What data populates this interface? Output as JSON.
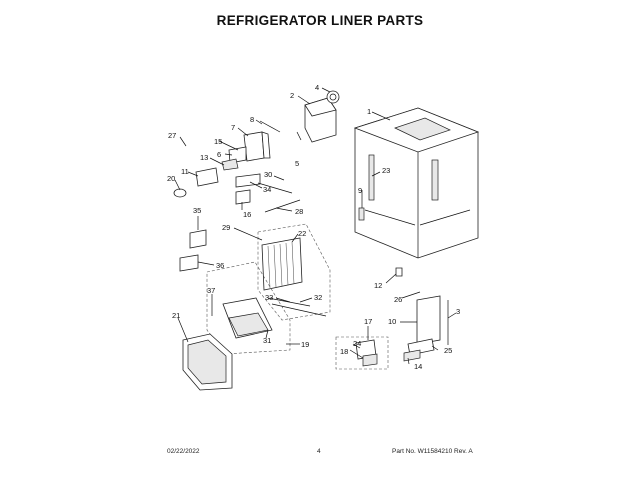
{
  "title": "REFRIGERATOR LINER PARTS",
  "footer": {
    "date": "02/22/2022",
    "page": "4",
    "part_no": "Part No.  W11584210  Rev.  A"
  },
  "callouts": [
    "1",
    "2",
    "3",
    "4",
    "5",
    "6",
    "7",
    "8",
    "9",
    "10",
    "11",
    "12",
    "13",
    "14",
    "15",
    "16",
    "17",
    "18",
    "19",
    "20",
    "21",
    "22",
    "23",
    "24",
    "25",
    "26",
    "27",
    "28",
    "29",
    "30",
    "31",
    "32",
    "33",
    "34",
    "35",
    "36",
    "37"
  ]
}
